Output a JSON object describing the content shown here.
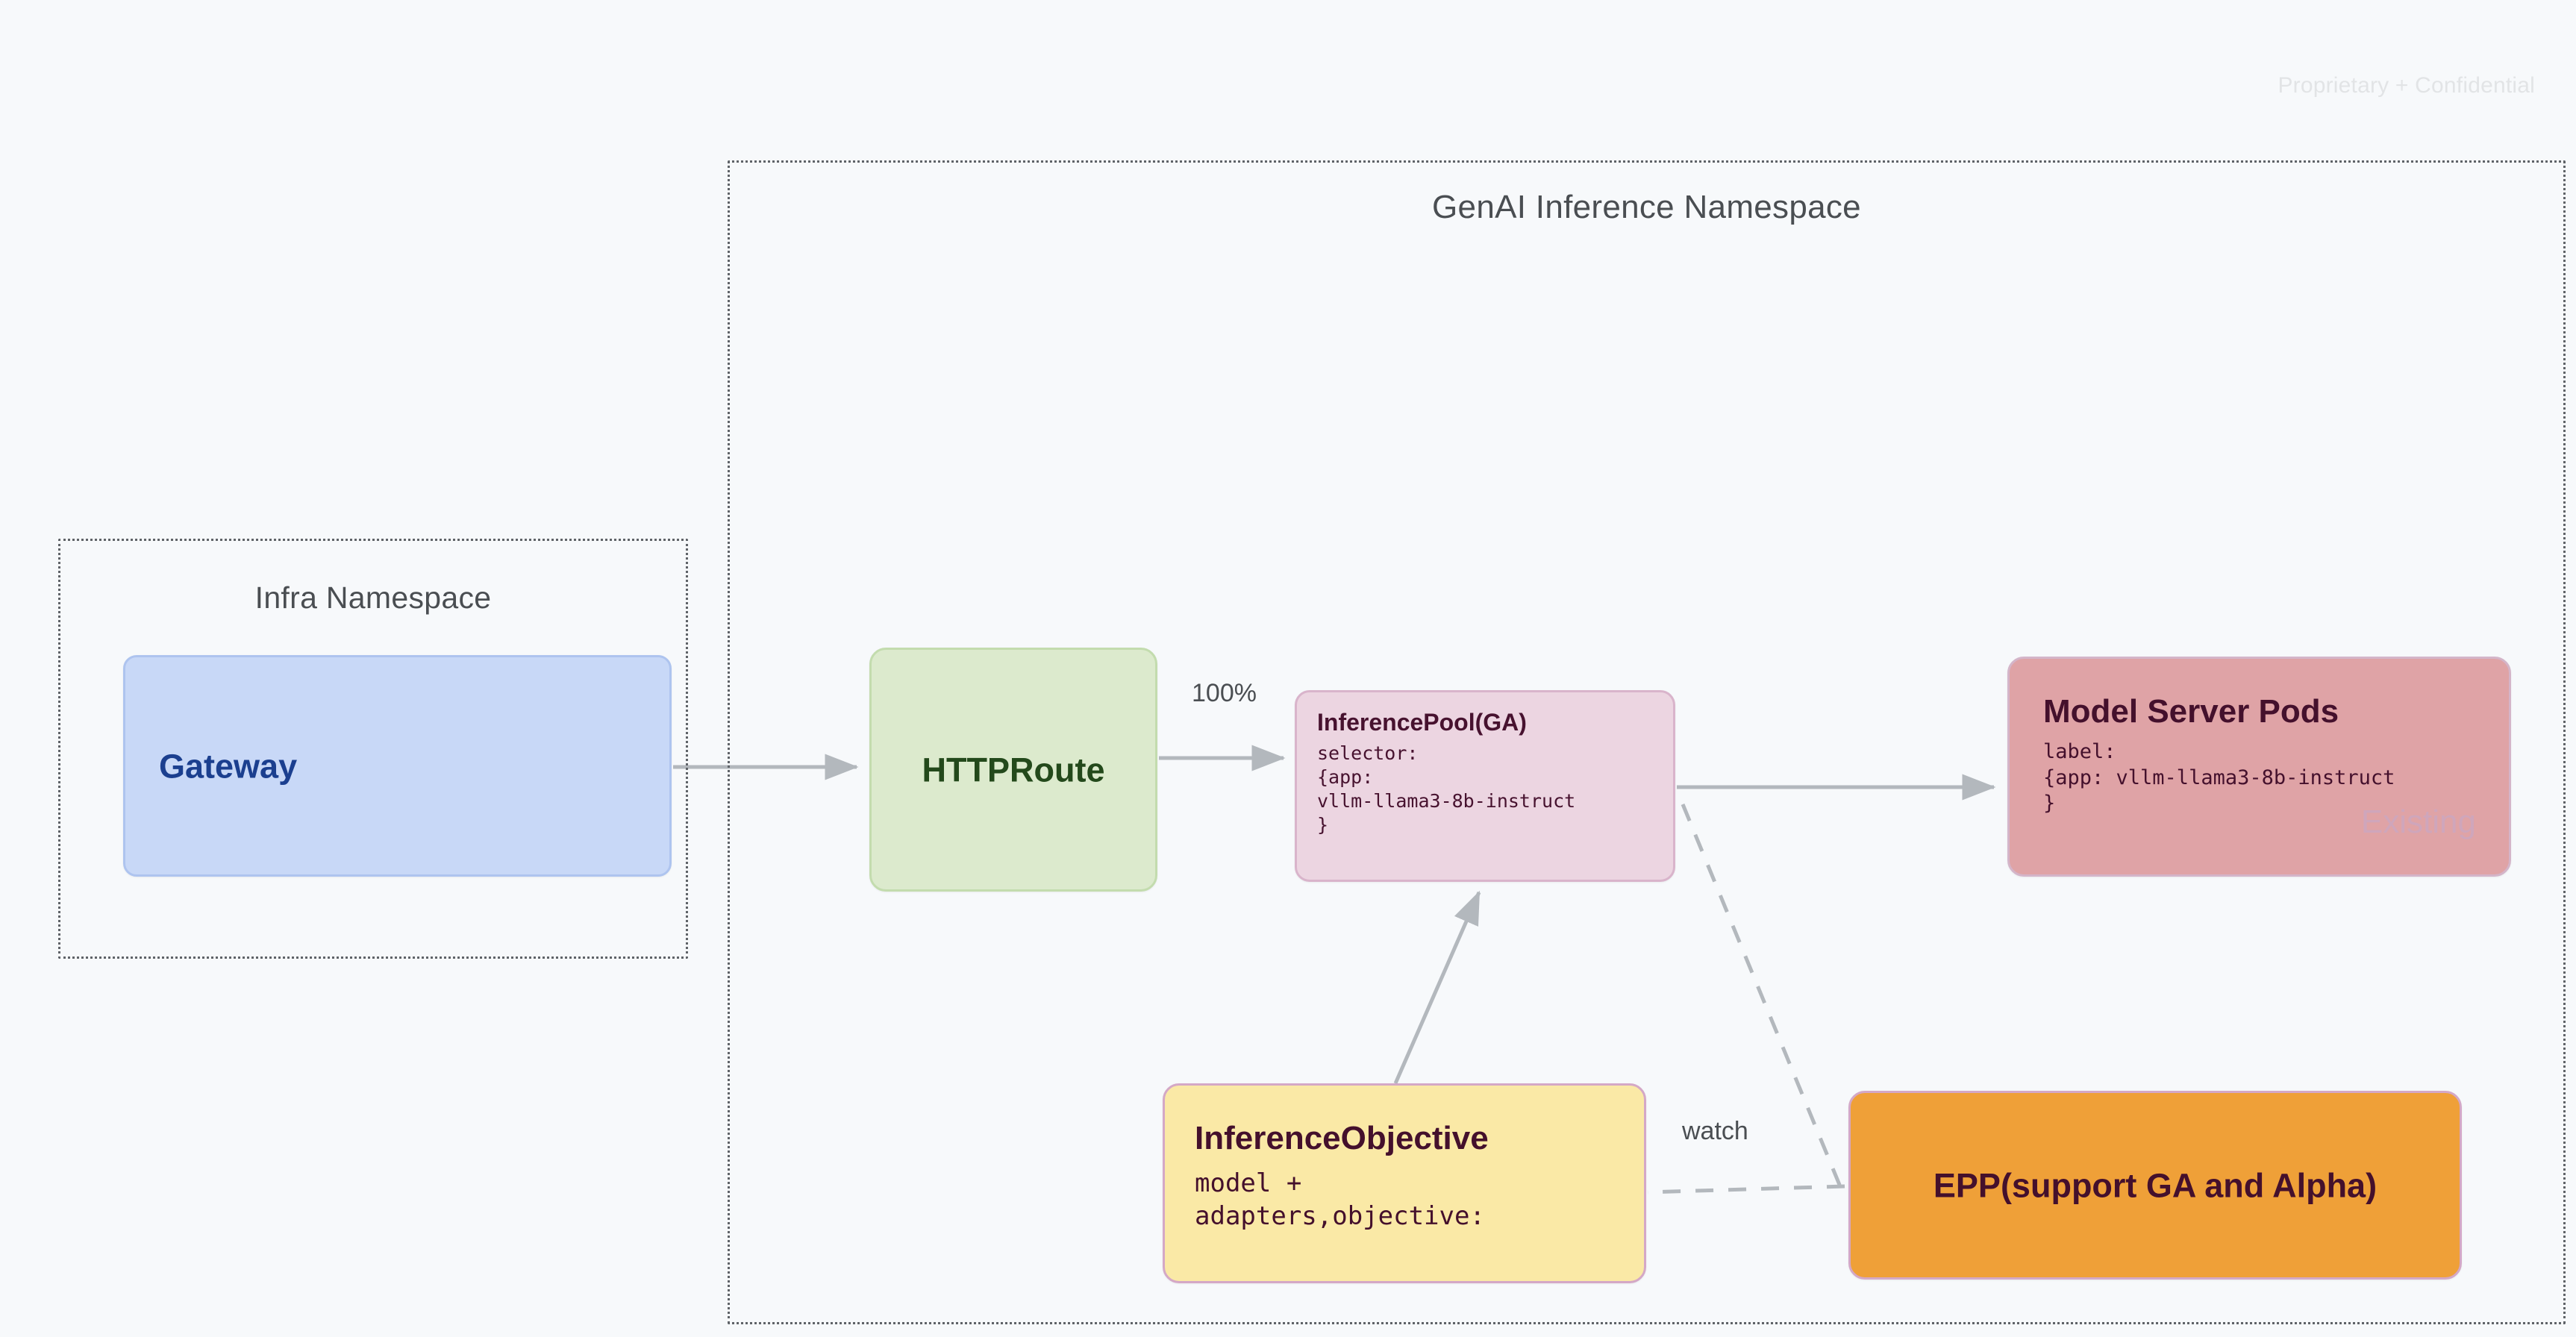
{
  "page": {
    "confidential_notice": "Proprietary + Confidential",
    "background_color": "#f7f9fb"
  },
  "namespaces": [
    {
      "id": "infra",
      "title": "Infra Namespace"
    },
    {
      "id": "genai",
      "title": "GenAI Inference Namespace"
    }
  ],
  "nodes": {
    "gateway": {
      "title": "Gateway",
      "fill": "#c8d8f7",
      "text_color": "#1b3f8f"
    },
    "httproute": {
      "title": "HTTPRoute",
      "fill": "#dceacd",
      "text_color": "#23491b"
    },
    "inferencepool": {
      "title": "InferencePool(GA)",
      "body": "selector:\n{app:\nvllm-llama3-8b-instruct\n}",
      "fill": "#ecd5e1",
      "text_color": "#47122f"
    },
    "modelserver": {
      "title": "Model Server Pods",
      "body": "label:\n{app: vllm-llama3-8b-instruct\n}",
      "watermark": "Existing",
      "fill": "#dfa3a6",
      "text_color": "#44102c",
      "watermark_color": "#cfa6bb"
    },
    "inferenceobjective": {
      "title": "InferenceObjective",
      "body": "model +\nadapters,objective:",
      "fill": "#fae9a6",
      "text_color": "#44102c"
    },
    "epp": {
      "title": "EPP(support GA and Alpha)",
      "fill": "#efa038",
      "text_color": "#44102c"
    }
  },
  "edges": [
    {
      "id": "gateway-to-httproute",
      "label": "",
      "style": "solid"
    },
    {
      "id": "httproute-to-inferencepool",
      "label": "100%",
      "style": "solid"
    },
    {
      "id": "inferencepool-to-modelserver",
      "label": "",
      "style": "solid"
    },
    {
      "id": "inferenceobjective-to-inferencepool",
      "label": "",
      "style": "solid"
    },
    {
      "id": "inferencepool-to-epp",
      "label": "",
      "style": "dashed"
    },
    {
      "id": "epp-to-inferenceobjective",
      "label": "watch",
      "style": "dashed"
    }
  ]
}
